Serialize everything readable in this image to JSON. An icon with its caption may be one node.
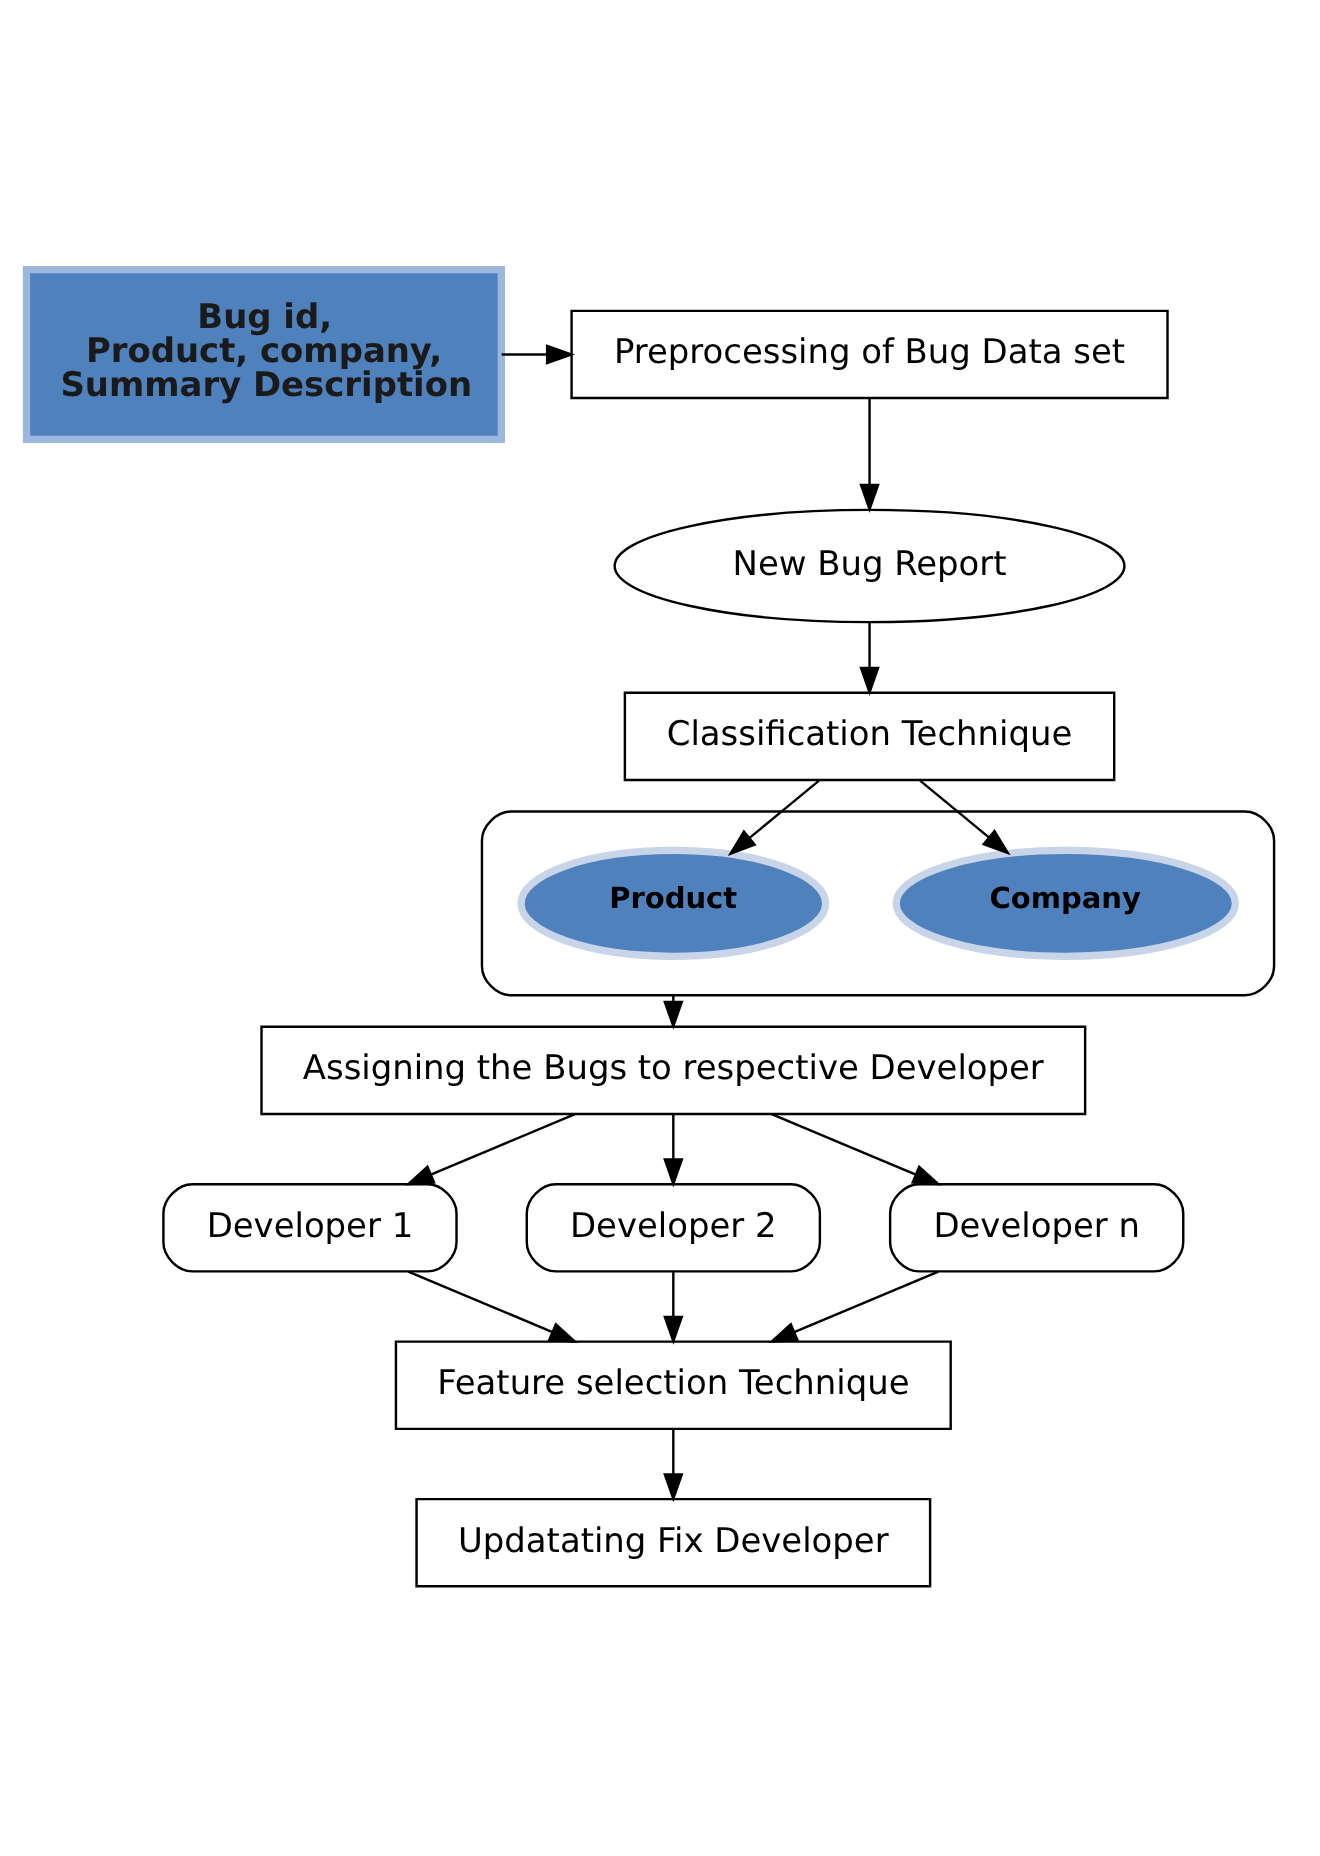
{
  "diagram": {
    "nodes": [
      {
        "text": [
          "Bug id,",
          "Product, company,",
          "Summary Description"
        ]
      },
      {
        "text": [
          "Preprocessing of Bug Data set"
        ]
      },
      {
        "text": [
          "New Bug Report"
        ]
      },
      {
        "text": [
          "Classification Technique"
        ]
      },
      {
        "text": [],
        "shape": "box"
      },
      {
        "text": [
          "Product"
        ],
        "in": 4
      },
      {
        "text": [
          "Company"
        ],
        "in": 4
      },
      {
        "text": [
          "Assigning the Bugs to respective Developer"
        ]
      },
      {
        "text": [
          "Developer 1"
        ]
      },
      {
        "text": [
          "Developer 2"
        ]
      },
      {
        "text": [
          "Developer n"
        ]
      },
      {
        "text": [
          "Feature selection Technique"
        ]
      },
      {
        "text": [
          "Updatating Fix Developer"
        ]
      }
    ],
    "edges": [
      {
        "from": 0,
        "to": 1,
        "arrow": "to"
      },
      {
        "from": 1,
        "to": 2,
        "arrow": "to"
      },
      {
        "from": 2,
        "to": 3,
        "arrow": "to"
      },
      {
        "from": 3,
        "to": 5,
        "arrow": "to"
      },
      {
        "from": 3,
        "to": 6,
        "arrow": "to"
      },
      {
        "from": 4,
        "to": 7,
        "arrow": "to"
      },
      {
        "from": 7,
        "to": 8,
        "arrow": "to"
      },
      {
        "from": 7,
        "to": 9,
        "arrow": "to"
      },
      {
        "from": 7,
        "to": 10,
        "arrow": "to"
      },
      {
        "from": 8,
        "to": 11,
        "arrow": "to"
      },
      {
        "from": 9,
        "to": 11,
        "arrow": "to"
      },
      {
        "from": 10,
        "to": 11,
        "arrow": "to"
      },
      {
        "from": 11,
        "to": 12,
        "arrow": "to"
      }
    ]
  }
}
